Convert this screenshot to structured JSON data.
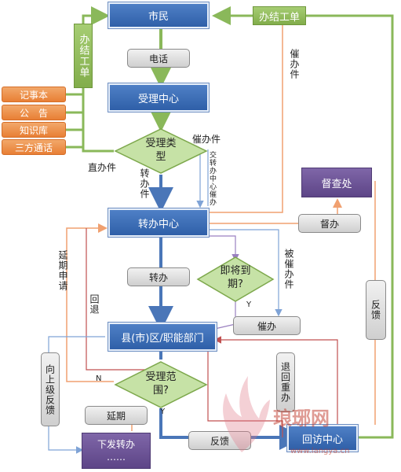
{
  "nodes": {
    "citizen": "市民",
    "phone": "电话",
    "reception": "受理中心",
    "transfer_center": "转办中心",
    "county_dept": "县(市)区/职能部门",
    "supervision": "督查处",
    "callback_center": "回访中心",
    "finish_ticket_top": "办结工单",
    "finish_ticket_left": "办结工单",
    "issue_transfer": "下发转办 ……"
  },
  "knowledge_sources": [
    "记事本",
    "公　告",
    "知识库",
    "三方通话"
  ],
  "action_boxes": {
    "transfer": "转办",
    "urge": "催办",
    "supervise": "督办",
    "extend": "延期",
    "feedback": "反馈",
    "feedback_vertical": "反馈",
    "report_up": "向上级反馈",
    "return_retransfer": "退回重办"
  },
  "decisions": {
    "accept_type": "受理类型",
    "due_soon": "即将到期?",
    "accept_scope": "受理范围?"
  },
  "edge_labels": {
    "urge_item": "催办件",
    "direct_item": "直办件",
    "transfer_item": "转办件",
    "transfer_center_urge": "交转办中心催办",
    "urge_right": "催办件",
    "urged_item": "被催办件",
    "extension_request": "延期申请",
    "return": "回退",
    "yes1": "Y",
    "yes2": "Y",
    "no": "N"
  },
  "watermark": {
    "name": "琅琊网",
    "url": "www.langya.cn"
  },
  "colors": {
    "blue": "#3a6db5",
    "green_line": "#8ab85a",
    "orange_line": "#f0a070",
    "blue_line": "#6a90c8",
    "purple_line": "#9a80c0",
    "red_line": "#c05050"
  }
}
